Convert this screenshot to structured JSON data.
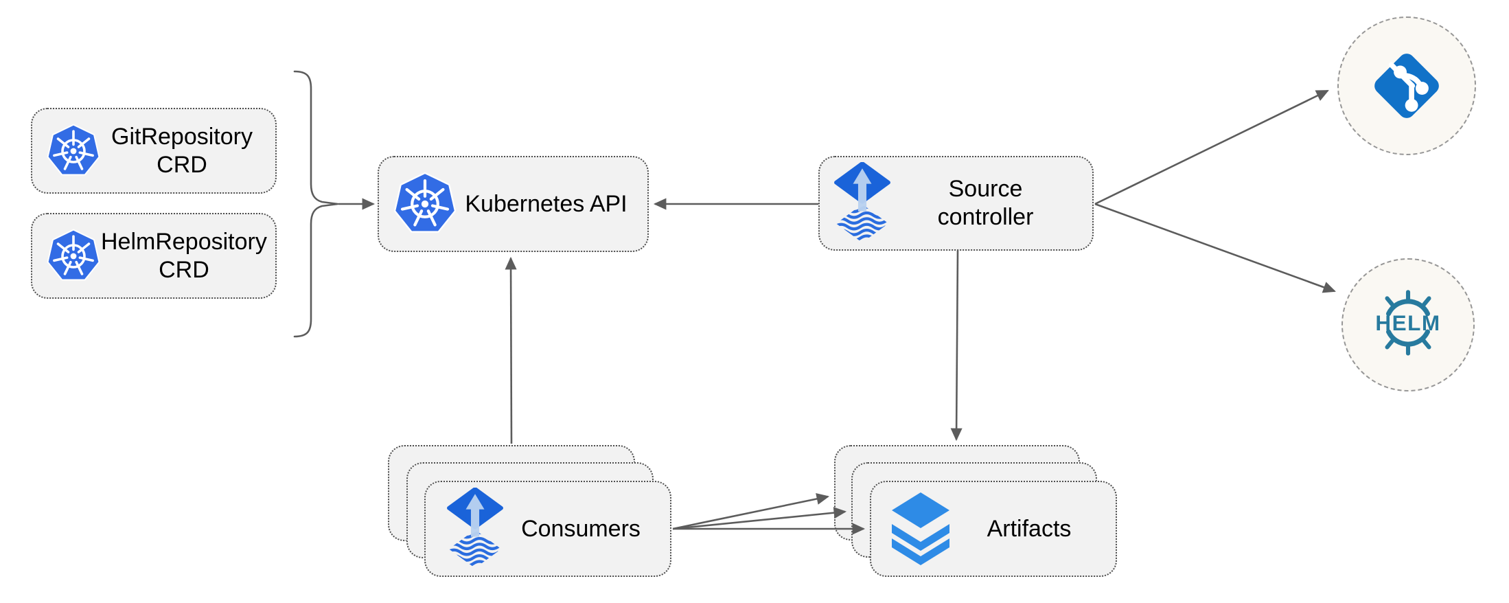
{
  "nodes": {
    "git_repository_crd": {
      "lines": [
        "GitRepository",
        "CRD"
      ],
      "icon": "kubernetes-icon"
    },
    "helm_repository_crd": {
      "lines": [
        "HelmRepository",
        "CRD"
      ],
      "icon": "kubernetes-icon"
    },
    "kubernetes_api": {
      "label": "Kubernetes API",
      "icon": "kubernetes-icon"
    },
    "source_controller": {
      "lines": [
        "Source",
        "controller"
      ],
      "icon": "flux-icon"
    },
    "consumers": {
      "label": "Consumers",
      "icon": "flux-icon",
      "stack_count": 3
    },
    "artifacts": {
      "label": "Artifacts",
      "icon": "layers-icon",
      "stack_count": 3
    },
    "git_source": {
      "icon": "git-icon"
    },
    "helm_source": {
      "icon": "helm-icon",
      "label": "HELM"
    }
  },
  "edges": [
    {
      "from": "git_repository_crd+helm_repository_crd",
      "to": "kubernetes_api",
      "via": "curly-brace",
      "arrows": 1
    },
    {
      "from": "source_controller",
      "to": "kubernetes_api",
      "arrows": 1
    },
    {
      "from": "source_controller",
      "to": "git_source",
      "arrows": 1
    },
    {
      "from": "source_controller",
      "to": "helm_source",
      "arrows": 1
    },
    {
      "from": "source_controller",
      "to": "artifacts",
      "arrows": 1
    },
    {
      "from": "consumers",
      "to": "kubernetes_api",
      "arrows": 1
    },
    {
      "from": "consumers",
      "to": "artifacts",
      "arrows": 3
    }
  ],
  "colors": {
    "kubernetes_blue": "#326ce5",
    "flux_blue": "#1a63d9",
    "flux_arrow_light": "#b9d1ef",
    "git_blue": "#1172c8",
    "layers_blue": "#2e8be6",
    "helm_teal": "#277a9e",
    "node_fill": "#f2f2f2",
    "node_border": "#4d4d4d",
    "circle_fill": "#faf8f3",
    "circle_border": "#969696",
    "connector_gray": "#5c5c5c",
    "label_color": "#000000",
    "background": "#ffffff"
  }
}
